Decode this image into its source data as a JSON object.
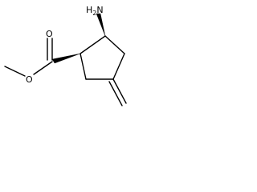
{
  "molecule": {
    "atoms": {
      "amine": {
        "main": "H",
        "sub": "2",
        "suffix": "N"
      },
      "carbonyl_oxygen": "O",
      "ester_oxygen": "O"
    },
    "colors": {
      "ink": "#000000",
      "background": "#ffffff"
    }
  }
}
